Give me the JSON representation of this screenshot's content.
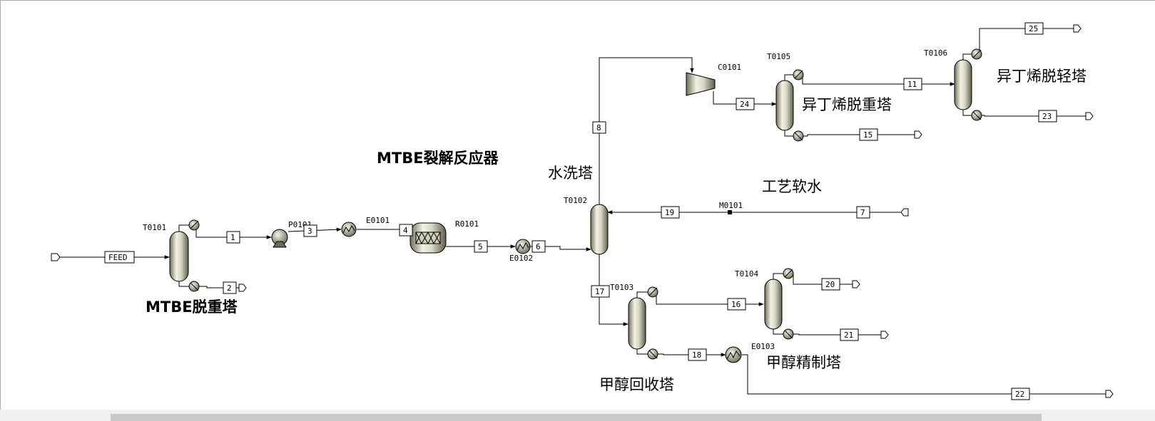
{
  "blocks": {
    "T0101": "T0101",
    "P0101": "P0101",
    "E0101": "E0101",
    "R0101": "R0101",
    "E0102": "E0102",
    "T0102": "T0102",
    "M0101": "M0101",
    "C0101": "C0101",
    "T0105": "T0105",
    "T0106": "T0106",
    "T0103": "T0103",
    "T0104": "T0104",
    "E0103": "E0103"
  },
  "streams": {
    "feed": "FEED",
    "s1": "1",
    "s2": "2",
    "s3": "3",
    "s4": "4",
    "s5": "5",
    "s6": "6",
    "s7": "7",
    "s8": "8",
    "s11": "11",
    "s15": "15",
    "s16": "16",
    "s17": "17",
    "s18": "18",
    "s19": "19",
    "s20": "20",
    "s21": "21",
    "s22": "22",
    "s23": "23",
    "s24": "24",
    "s25": "25"
  },
  "labels": {
    "mtbe_heavy": "MTBE脱重塔",
    "mtbe_reactor": "MTBE裂解反应器",
    "water_wash": "水洗塔",
    "soft_water": "工艺软水",
    "ib_heavy": "异丁烯脱重塔",
    "ib_light": "异丁烯脱轻塔",
    "meoh_recovery": "甲醇回收塔",
    "meoh_refine": "甲醇精制塔"
  }
}
